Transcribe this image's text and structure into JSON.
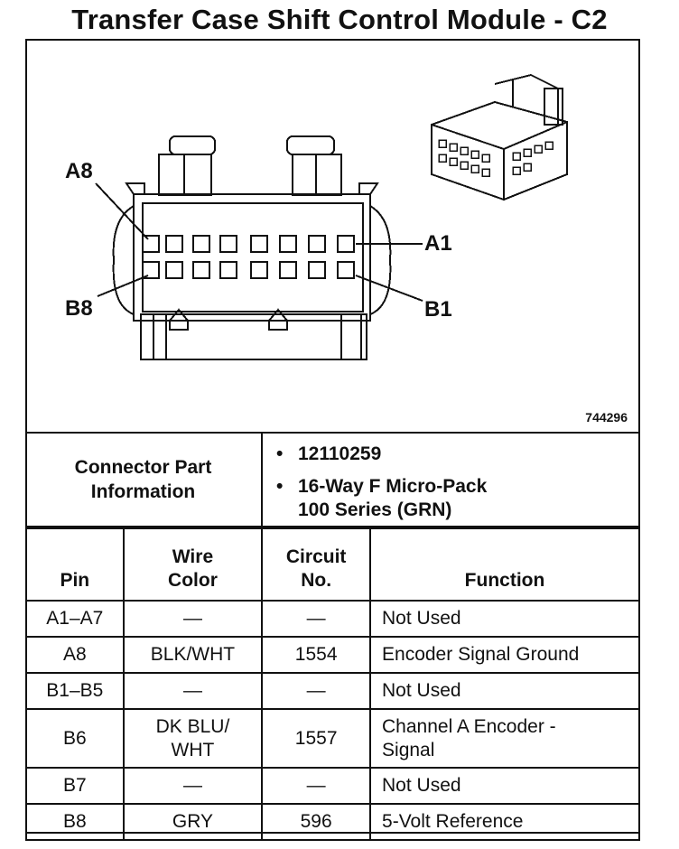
{
  "title": "Transfer Case Shift Control Module - C2",
  "figure": {
    "id": "744296",
    "labels": {
      "a8": "A8",
      "a1": "A1",
      "b8": "B8",
      "b1": "B1"
    }
  },
  "connector_info": {
    "label_line1": "Connector Part",
    "label_line2": "Information",
    "bullet": "•",
    "part_number": "12110259",
    "description_line1": "16-Way F Micro-Pack",
    "description_line2": "100 Series (GRN)"
  },
  "table": {
    "headers": {
      "pin": "Pin",
      "wire_color_1": "Wire",
      "wire_color_2": "Color",
      "circuit_1": "Circuit",
      "circuit_2": "No.",
      "function": "Function"
    },
    "rows": [
      {
        "pin": "A1–A7",
        "wire": "—",
        "circuit": "—",
        "function": "Not Used"
      },
      {
        "pin": "A8",
        "wire": "BLK/WHT",
        "circuit": "1554",
        "function": "Encoder Signal Ground"
      },
      {
        "pin": "B1–B5",
        "wire": "—",
        "circuit": "—",
        "function": "Not Used"
      },
      {
        "pin": "B6",
        "wire_1": "DK BLU/",
        "wire_2": "WHT",
        "circuit": "1557",
        "function_1": "Channel A Encoder -",
        "function_2": "Signal"
      },
      {
        "pin": "B7",
        "wire": "—",
        "circuit": "—",
        "function": "Not Used"
      },
      {
        "pin": "B8",
        "wire": "GRY",
        "circuit": "596",
        "function": "5-Volt Reference"
      }
    ]
  }
}
